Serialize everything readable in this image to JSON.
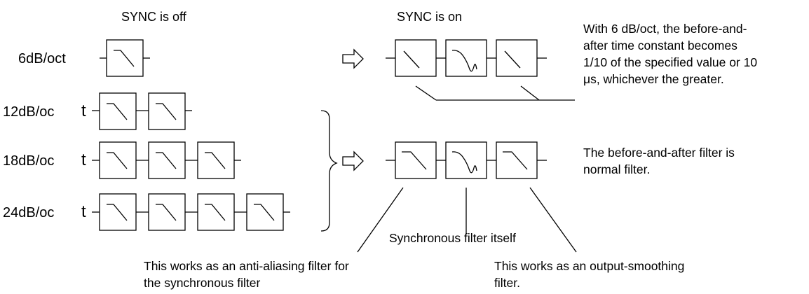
{
  "headers": {
    "sync_off": "SYNC is off",
    "sync_on": "SYNC is on"
  },
  "rows": [
    {
      "label": "6dB/oct",
      "suffix": ""
    },
    {
      "label": "12dB/oc",
      "suffix": "t"
    },
    {
      "label": "18dB/oc",
      "suffix": "t"
    },
    {
      "label": "24dB/oc",
      "suffix": "t"
    }
  ],
  "notes": {
    "six_db": [
      "With 6 dB/oct, the before-and-",
      "after time constant becomes",
      "1/10 of the specified value or 10",
      "μs, whichever the greater."
    ],
    "normal": [
      "The before-and-after filter is",
      "normal filter."
    ],
    "sync_itself": "Synchronous filter itself",
    "anti_alias": [
      "This works as an anti-aliasing filter for",
      "the synchronous filter"
    ],
    "output_smoothing": [
      "This works as an output-smoothing",
      "filter."
    ]
  },
  "icons": {
    "arrow": "hollow-right-arrow-icon",
    "lowpass": "lowpass-filter-icon",
    "sync_filter": "synchronous-filter-icon",
    "brace": "right-brace-icon"
  }
}
